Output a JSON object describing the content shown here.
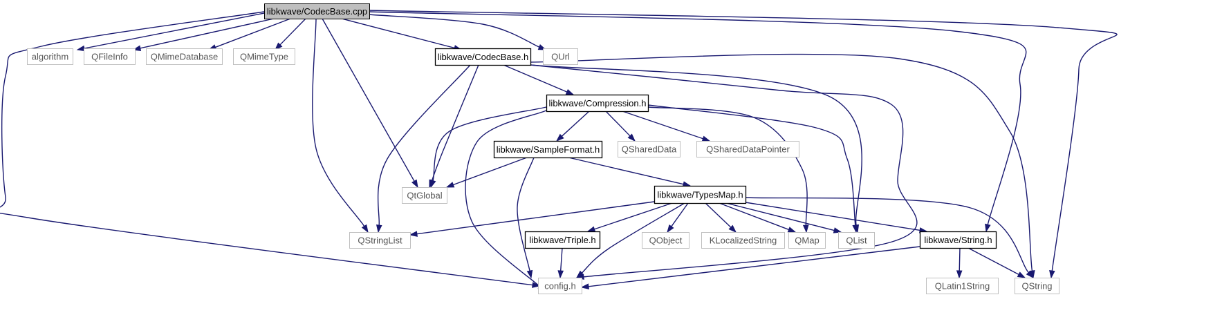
{
  "colors": {
    "edge": "#191970",
    "external_border": "#bfbfbf",
    "project_border": "#000000",
    "root_fill": "#bfbfbf",
    "external_text": "#555555",
    "project_text": "#000000"
  },
  "nodes": {
    "codecbase_cpp": {
      "label": "libkwave/CodecBase.cpp",
      "kind": "root"
    },
    "algorithm": {
      "label": "algorithm",
      "kind": "external"
    },
    "qfileinfo": {
      "label": "QFileInfo",
      "kind": "external"
    },
    "qmimedatabase": {
      "label": "QMimeDatabase",
      "kind": "external"
    },
    "qmimetype": {
      "label": "QMimeType",
      "kind": "external"
    },
    "codecbase_h": {
      "label": "libkwave/CodecBase.h",
      "kind": "project"
    },
    "qurl": {
      "label": "QUrl",
      "kind": "external"
    },
    "compression_h": {
      "label": "libkwave/Compression.h",
      "kind": "project"
    },
    "sampleformat_h": {
      "label": "libkwave/SampleFormat.h",
      "kind": "project"
    },
    "qshareddata": {
      "label": "QSharedData",
      "kind": "external"
    },
    "qshareddatapointer": {
      "label": "QSharedDataPointer",
      "kind": "external"
    },
    "qtglobal": {
      "label": "QtGlobal",
      "kind": "external"
    },
    "typesmap_h": {
      "label": "libkwave/TypesMap.h",
      "kind": "project"
    },
    "qstringlist": {
      "label": "QStringList",
      "kind": "external"
    },
    "triple_h": {
      "label": "libkwave/Triple.h",
      "kind": "project"
    },
    "qobject": {
      "label": "QObject",
      "kind": "external"
    },
    "klocalizedstring": {
      "label": "KLocalizedString",
      "kind": "external"
    },
    "qmap": {
      "label": "QMap",
      "kind": "external"
    },
    "qlist": {
      "label": "QList",
      "kind": "external"
    },
    "string_h": {
      "label": "libkwave/String.h",
      "kind": "project"
    },
    "config_h": {
      "label": "config.h",
      "kind": "external"
    },
    "qlatin1string": {
      "label": "QLatin1String",
      "kind": "external"
    },
    "qstring": {
      "label": "QString",
      "kind": "external"
    }
  },
  "edges": [
    [
      "codecbase_cpp",
      "algorithm"
    ],
    [
      "codecbase_cpp",
      "qfileinfo"
    ],
    [
      "codecbase_cpp",
      "qmimedatabase"
    ],
    [
      "codecbase_cpp",
      "qmimetype"
    ],
    [
      "codecbase_cpp",
      "codecbase_h"
    ],
    [
      "codecbase_cpp",
      "qurl"
    ],
    [
      "codecbase_cpp",
      "qtglobal"
    ],
    [
      "codecbase_cpp",
      "qstringlist"
    ],
    [
      "codecbase_cpp",
      "config_h"
    ],
    [
      "codecbase_cpp",
      "string_h"
    ],
    [
      "codecbase_cpp",
      "qstring"
    ],
    [
      "codecbase_h",
      "compression_h"
    ],
    [
      "codecbase_h",
      "qtglobal"
    ],
    [
      "codecbase_h",
      "qstringlist"
    ],
    [
      "codecbase_h",
      "qlist"
    ],
    [
      "codecbase_h",
      "config_h"
    ],
    [
      "codecbase_h",
      "qstring"
    ],
    [
      "compression_h",
      "sampleformat_h"
    ],
    [
      "compression_h",
      "qshareddata"
    ],
    [
      "compression_h",
      "qshareddatapointer"
    ],
    [
      "compression_h",
      "qtglobal"
    ],
    [
      "compression_h",
      "config_h"
    ],
    [
      "compression_h",
      "qmap"
    ],
    [
      "compression_h",
      "qlist"
    ],
    [
      "sampleformat_h",
      "qtglobal"
    ],
    [
      "sampleformat_h",
      "typesmap_h"
    ],
    [
      "sampleformat_h",
      "config_h"
    ],
    [
      "typesmap_h",
      "qstringlist"
    ],
    [
      "typesmap_h",
      "triple_h"
    ],
    [
      "typesmap_h",
      "qobject"
    ],
    [
      "typesmap_h",
      "klocalizedstring"
    ],
    [
      "typesmap_h",
      "qmap"
    ],
    [
      "typesmap_h",
      "qlist"
    ],
    [
      "typesmap_h",
      "string_h"
    ],
    [
      "typesmap_h",
      "config_h"
    ],
    [
      "typesmap_h",
      "qstring"
    ],
    [
      "triple_h",
      "config_h"
    ],
    [
      "string_h",
      "qlatin1string"
    ],
    [
      "string_h",
      "qstring"
    ],
    [
      "string_h",
      "config_h"
    ]
  ]
}
